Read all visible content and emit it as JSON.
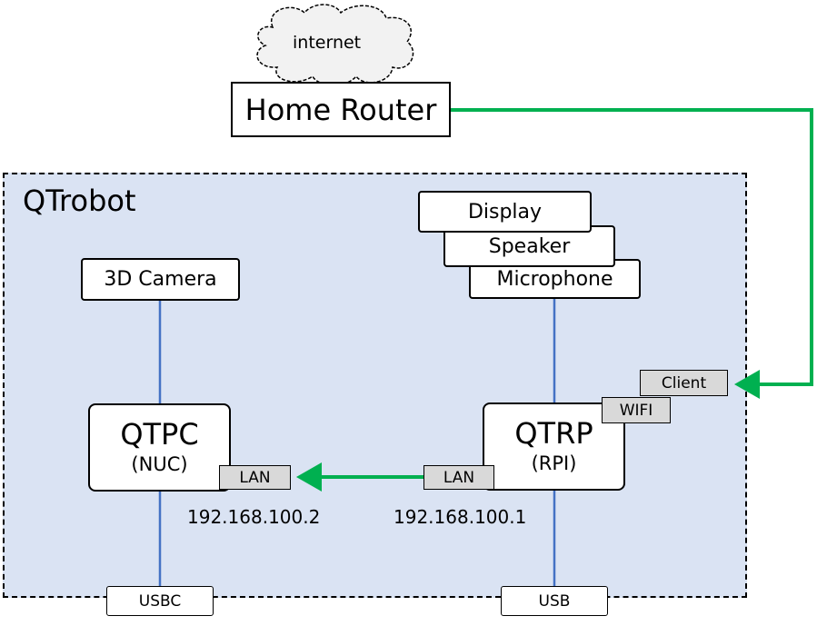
{
  "cloud": {
    "label": "internet"
  },
  "router": {
    "label": "Home Router"
  },
  "region": {
    "label": "QTrobot"
  },
  "peripherals": {
    "display": "Display",
    "speaker": "Speaker",
    "microphone": "Microphone",
    "camera": "3D Camera"
  },
  "qtpc": {
    "name": "QTPC",
    "sub": "(NUC)",
    "port_lan": "LAN",
    "ip": "192.168.100.2",
    "port_usb": "USBC"
  },
  "qtrp": {
    "name": "QTRP",
    "sub": "(RPI)",
    "port_lan": "LAN",
    "ip": "192.168.100.1",
    "port_usb": "USB",
    "port_wifi": "WIFI",
    "port_client": "Client"
  },
  "colors": {
    "region_fill": "#dae3f3",
    "link_green": "#00b050",
    "link_blue": "#4472c4",
    "cloud_fill": "#f2f2f2"
  }
}
